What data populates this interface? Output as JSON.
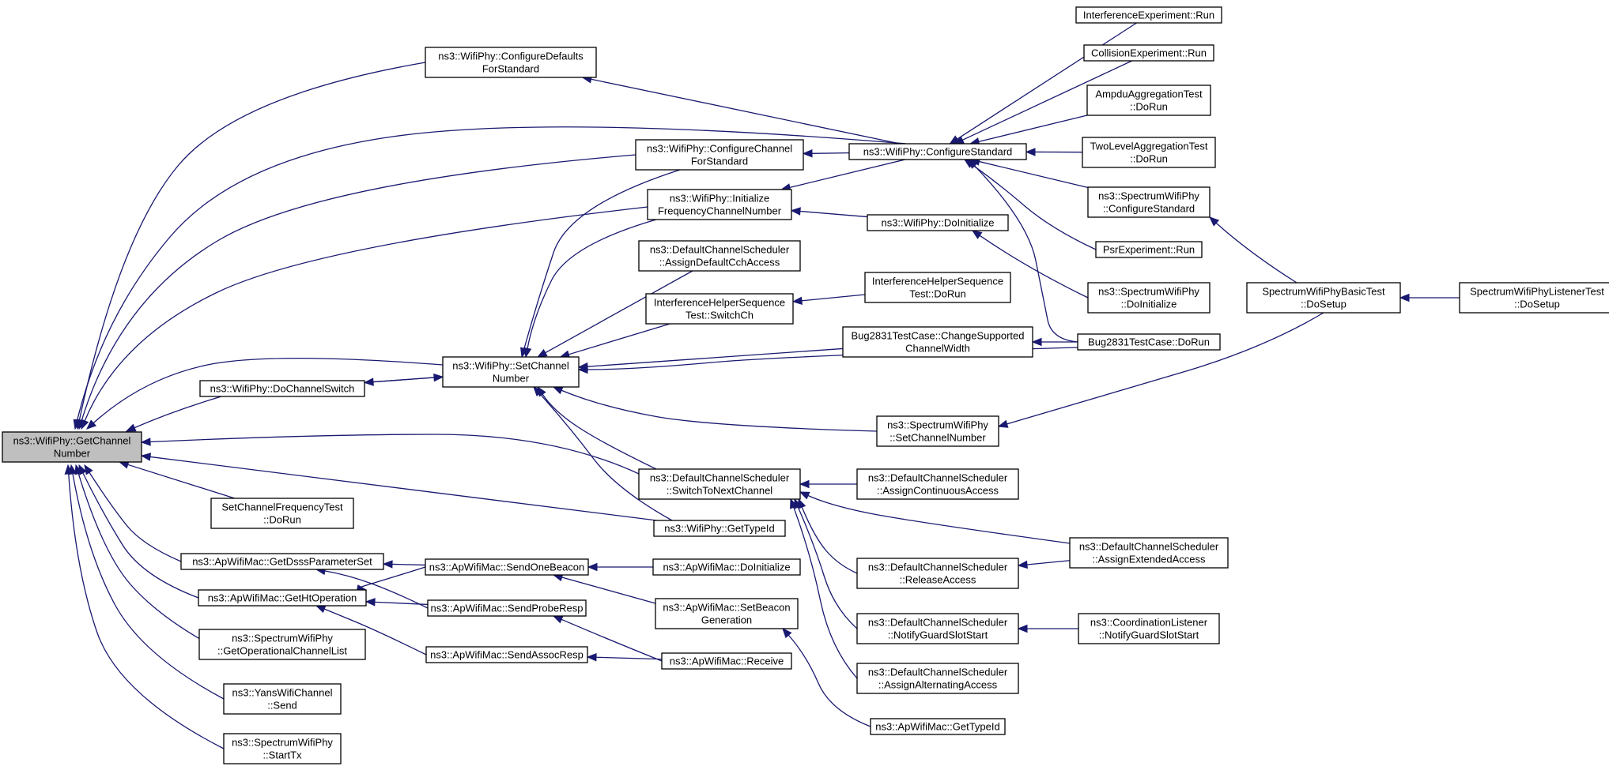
{
  "graph": {
    "edge_color": "#191970",
    "root_fill": "#bfbfbf",
    "node_fill": "#ffffff",
    "nodes": [
      {
        "id": "root",
        "lines": [
          "ns3::WifiPhy::GetChannel",
          "Number"
        ],
        "root": true
      },
      {
        "id": "cfgdefaults",
        "lines": [
          "ns3::WifiPhy::ConfigureDefaults",
          "ForStandard"
        ]
      },
      {
        "id": "cfgchannel",
        "lines": [
          "ns3::WifiPhy::ConfigureChannel",
          "ForStandard"
        ]
      },
      {
        "id": "initfreq",
        "lines": [
          "ns3::WifiPhy::Initialize",
          "FrequencyChannelNumber"
        ]
      },
      {
        "id": "assigncch",
        "lines": [
          "ns3::DefaultChannelScheduler",
          "::AssignDefaultCchAccess"
        ]
      },
      {
        "id": "ihsswitch",
        "lines": [
          "InterferenceHelperSequence",
          "Test::SwitchCh"
        ]
      },
      {
        "id": "dochswitch",
        "lines": [
          "ns3::WifiPhy::DoChannelSwitch"
        ]
      },
      {
        "id": "setchannel",
        "lines": [
          "ns3::WifiPhy::SetChannel",
          "Number"
        ]
      },
      {
        "id": "switchnext",
        "lines": [
          "ns3::DefaultChannelScheduler",
          "::SwitchToNextChannel"
        ]
      },
      {
        "id": "sfreqtest",
        "lines": [
          "SetChannelFrequencyTest",
          "::DoRun"
        ]
      },
      {
        "id": "gettypeid",
        "lines": [
          "ns3::WifiPhy::GetTypeId"
        ]
      },
      {
        "id": "getdsss",
        "lines": [
          "ns3::ApWifiMac::GetDsssParameterSet"
        ]
      },
      {
        "id": "getht",
        "lines": [
          "ns3::ApWifiMac::GetHtOperation"
        ]
      },
      {
        "id": "getopchan",
        "lines": [
          "ns3::SpectrumWifiPhy",
          "::GetOperationalChannelList"
        ]
      },
      {
        "id": "yanssend",
        "lines": [
          "ns3::YansWifiChannel",
          "::Send"
        ]
      },
      {
        "id": "starttx",
        "lines": [
          "ns3::SpectrumWifiPhy",
          "::StartTx"
        ]
      },
      {
        "id": "sendbeacon",
        "lines": [
          "ns3::ApWifiMac::SendOneBeacon"
        ]
      },
      {
        "id": "sendprobe",
        "lines": [
          "ns3::ApWifiMac::SendProbeResp"
        ]
      },
      {
        "id": "sendassoc",
        "lines": [
          "ns3::ApWifiMac::SendAssocResp"
        ]
      },
      {
        "id": "apinit",
        "lines": [
          "ns3::ApWifiMac::DoInitialize"
        ]
      },
      {
        "id": "setbeacon",
        "lines": [
          "ns3::ApWifiMac::SetBeacon",
          "Generation"
        ]
      },
      {
        "id": "receive",
        "lines": [
          "ns3::ApWifiMac::Receive"
        ]
      },
      {
        "id": "cfgstandard",
        "lines": [
          "ns3::WifiPhy::ConfigureStandard"
        ]
      },
      {
        "id": "phyinit",
        "lines": [
          "ns3::WifiPhy::DoInitialize"
        ]
      },
      {
        "id": "ihsdorun",
        "lines": [
          "InterferenceHelperSequence",
          "Test::DoRun"
        ]
      },
      {
        "id": "bugchange",
        "lines": [
          "Bug2831TestCase::ChangeSupported",
          "ChannelWidth"
        ]
      },
      {
        "id": "specsetch",
        "lines": [
          "ns3::SpectrumWifiPhy",
          "::SetChannelNumber"
        ]
      },
      {
        "id": "assigncont",
        "lines": [
          "ns3::DefaultChannelScheduler",
          "::AssignContinuousAccess"
        ]
      },
      {
        "id": "release",
        "lines": [
          "ns3::DefaultChannelScheduler",
          "::ReleaseAccess"
        ]
      },
      {
        "id": "notifyguard",
        "lines": [
          "ns3::DefaultChannelScheduler",
          "::NotifyGuardSlotStart"
        ]
      },
      {
        "id": "assignalt",
        "lines": [
          "ns3::DefaultChannelScheduler",
          "::AssignAlternatingAccess"
        ]
      },
      {
        "id": "macgettypeid",
        "lines": [
          "ns3::ApWifiMac::GetTypeId"
        ]
      },
      {
        "id": "interfrun",
        "lines": [
          "InterferenceExperiment::Run"
        ]
      },
      {
        "id": "collrun",
        "lines": [
          "CollisionExperiment::Run"
        ]
      },
      {
        "id": "ampdu",
        "lines": [
          "AmpduAggregationTest",
          "::DoRun"
        ]
      },
      {
        "id": "twolevel",
        "lines": [
          "TwoLevelAggregationTest",
          "::DoRun"
        ]
      },
      {
        "id": "speccfg",
        "lines": [
          "ns3::SpectrumWifiPhy",
          "::ConfigureStandard"
        ]
      },
      {
        "id": "psrrun",
        "lines": [
          "PsrExperiment::Run"
        ]
      },
      {
        "id": "specinit",
        "lines": [
          "ns3::SpectrumWifiPhy",
          "::DoInitialize"
        ]
      },
      {
        "id": "bugdorun",
        "lines": [
          "Bug2831TestCase::DoRun"
        ]
      },
      {
        "id": "assignext",
        "lines": [
          "ns3::DefaultChannelScheduler",
          "::AssignExtendedAccess"
        ]
      },
      {
        "id": "coordnotify",
        "lines": [
          "ns3::CoordinationListener",
          "::NotifyGuardSlotStart"
        ]
      },
      {
        "id": "basicsetup",
        "lines": [
          "SpectrumWifiPhyBasicTest",
          "::DoSetup"
        ]
      },
      {
        "id": "listenersetup",
        "lines": [
          "SpectrumWifiPhyListenerTest",
          "::DoSetup"
        ]
      }
    ],
    "edges": [
      [
        "cfgdefaults",
        "root"
      ],
      [
        "cfgchannel",
        "root"
      ],
      [
        "initfreq",
        "root"
      ],
      [
        "cfgstandard",
        "root"
      ],
      [
        "setchannel",
        "root"
      ],
      [
        "dochswitch",
        "root"
      ],
      [
        "switchnext",
        "root"
      ],
      [
        "sfreqtest",
        "root"
      ],
      [
        "gettypeid",
        "root"
      ],
      [
        "getdsss",
        "root"
      ],
      [
        "getht",
        "root"
      ],
      [
        "getopchan",
        "root"
      ],
      [
        "yanssend",
        "root"
      ],
      [
        "starttx",
        "root"
      ],
      [
        "cfgstandard",
        "cfgdefaults"
      ],
      [
        "cfgstandard",
        "cfgchannel"
      ],
      [
        "cfgstandard",
        "initfreq"
      ],
      [
        "phyinit",
        "initfreq"
      ],
      [
        "setchannel",
        "dochswitch"
      ],
      [
        "dochswitch",
        "setchannel"
      ],
      [
        "cfgchannel",
        "setchannel"
      ],
      [
        "initfreq",
        "setchannel"
      ],
      [
        "assigncch",
        "setchannel"
      ],
      [
        "ihsswitch",
        "setchannel"
      ],
      [
        "bugchange",
        "setchannel"
      ],
      [
        "bugdorun",
        "setchannel"
      ],
      [
        "specsetch",
        "setchannel"
      ],
      [
        "switchnext",
        "setchannel"
      ],
      [
        "gettypeid",
        "setchannel"
      ],
      [
        "ihsdorun",
        "ihsswitch"
      ],
      [
        "bugdorun",
        "bugchange"
      ],
      [
        "assigncont",
        "switchnext"
      ],
      [
        "release",
        "switchnext"
      ],
      [
        "assignext",
        "switchnext"
      ],
      [
        "notifyguard",
        "switchnext"
      ],
      [
        "assignalt",
        "switchnext"
      ],
      [
        "assignext",
        "release"
      ],
      [
        "coordnotify",
        "notifyguard"
      ],
      [
        "sendbeacon",
        "getdsss"
      ],
      [
        "sendprobe",
        "getdsss"
      ],
      [
        "sendbeacon",
        "getht"
      ],
      [
        "sendprobe",
        "getht"
      ],
      [
        "sendassoc",
        "getht"
      ],
      [
        "apinit",
        "sendbeacon"
      ],
      [
        "setbeacon",
        "sendbeacon"
      ],
      [
        "receive",
        "sendprobe"
      ],
      [
        "receive",
        "sendassoc"
      ],
      [
        "macgettypeid",
        "setbeacon"
      ],
      [
        "interfrun",
        "cfgstandard"
      ],
      [
        "collrun",
        "cfgstandard"
      ],
      [
        "ampdu",
        "cfgstandard"
      ],
      [
        "twolevel",
        "cfgstandard"
      ],
      [
        "speccfg",
        "cfgstandard"
      ],
      [
        "psrrun",
        "cfgstandard"
      ],
      [
        "bugdorun",
        "cfgstandard"
      ],
      [
        "specinit",
        "phyinit"
      ],
      [
        "basicsetup",
        "speccfg"
      ],
      [
        "basicsetup",
        "specsetch"
      ],
      [
        "listenersetup",
        "basicsetup"
      ]
    ]
  }
}
